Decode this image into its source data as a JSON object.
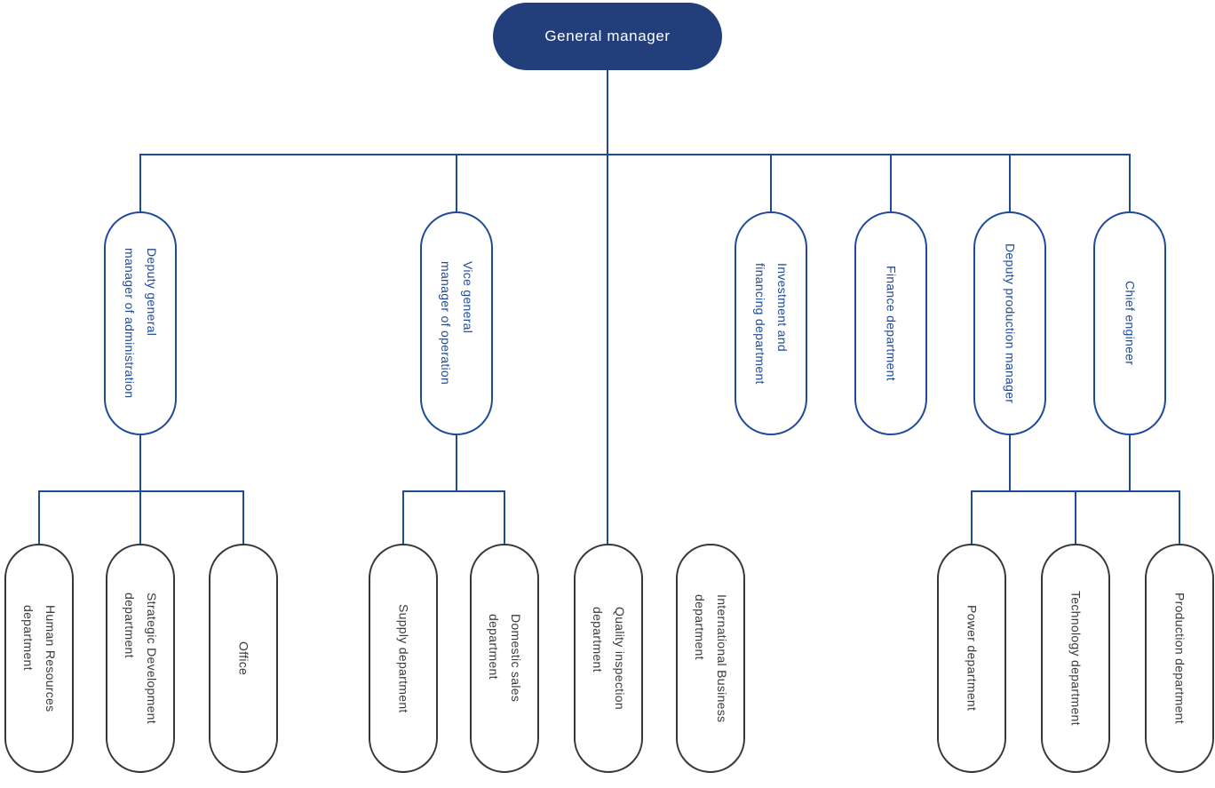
{
  "palette": {
    "root_fill": "#233f7b",
    "root_text": "#ffffff",
    "branch_blue": "#1e4a9a",
    "level3_outline": "#37373b",
    "level3_text": "#3a3a3f",
    "background": "#ffffff"
  },
  "nodes": {
    "root": {
      "label": "General manager"
    },
    "level2": [
      {
        "label": "Deputy general\nmanager of administration"
      },
      {
        "label": "Vice general\nmanager of operation"
      },
      {
        "label": "Investment and\nfinancing department"
      },
      {
        "label": "Finance department"
      },
      {
        "label": "Deputy production manager"
      },
      {
        "label": "Chief engineer"
      }
    ],
    "level3": [
      {
        "label": "Human Resources\ndepartment"
      },
      {
        "label": "Strategic Development\ndepartment"
      },
      {
        "label": "Office"
      },
      {
        "label": "Supply department"
      },
      {
        "label": "Domestic sales\ndepartment"
      },
      {
        "label": "Quality inspection\ndepartment"
      },
      {
        "label": "International Business\ndepartment"
      },
      {
        "label": "Power department"
      },
      {
        "label": "Technology department"
      },
      {
        "label": "Production department"
      }
    ]
  }
}
